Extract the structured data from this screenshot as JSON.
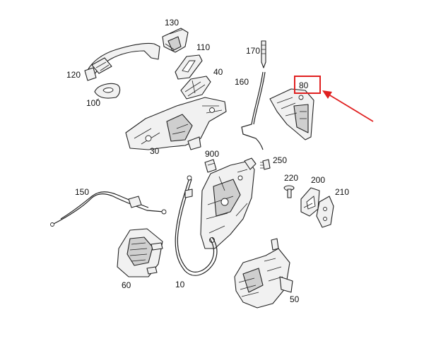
{
  "callouts": {
    "c130": "130",
    "c110": "110",
    "c40": "40",
    "c120": "120",
    "c100": "100",
    "c30": "30",
    "c170": "170",
    "c160": "160",
    "c80": "80",
    "c900": "900",
    "c250": "250",
    "c220": "220",
    "c200": "200",
    "c210": "210",
    "c150": "150",
    "c60": "60",
    "c10": "10",
    "c50": "50"
  },
  "highlight": {
    "callout": "80",
    "color": "#e02020"
  },
  "colors": {
    "line": "#222222",
    "fill": "#f1f1f1",
    "shade": "#cfcfcf"
  }
}
